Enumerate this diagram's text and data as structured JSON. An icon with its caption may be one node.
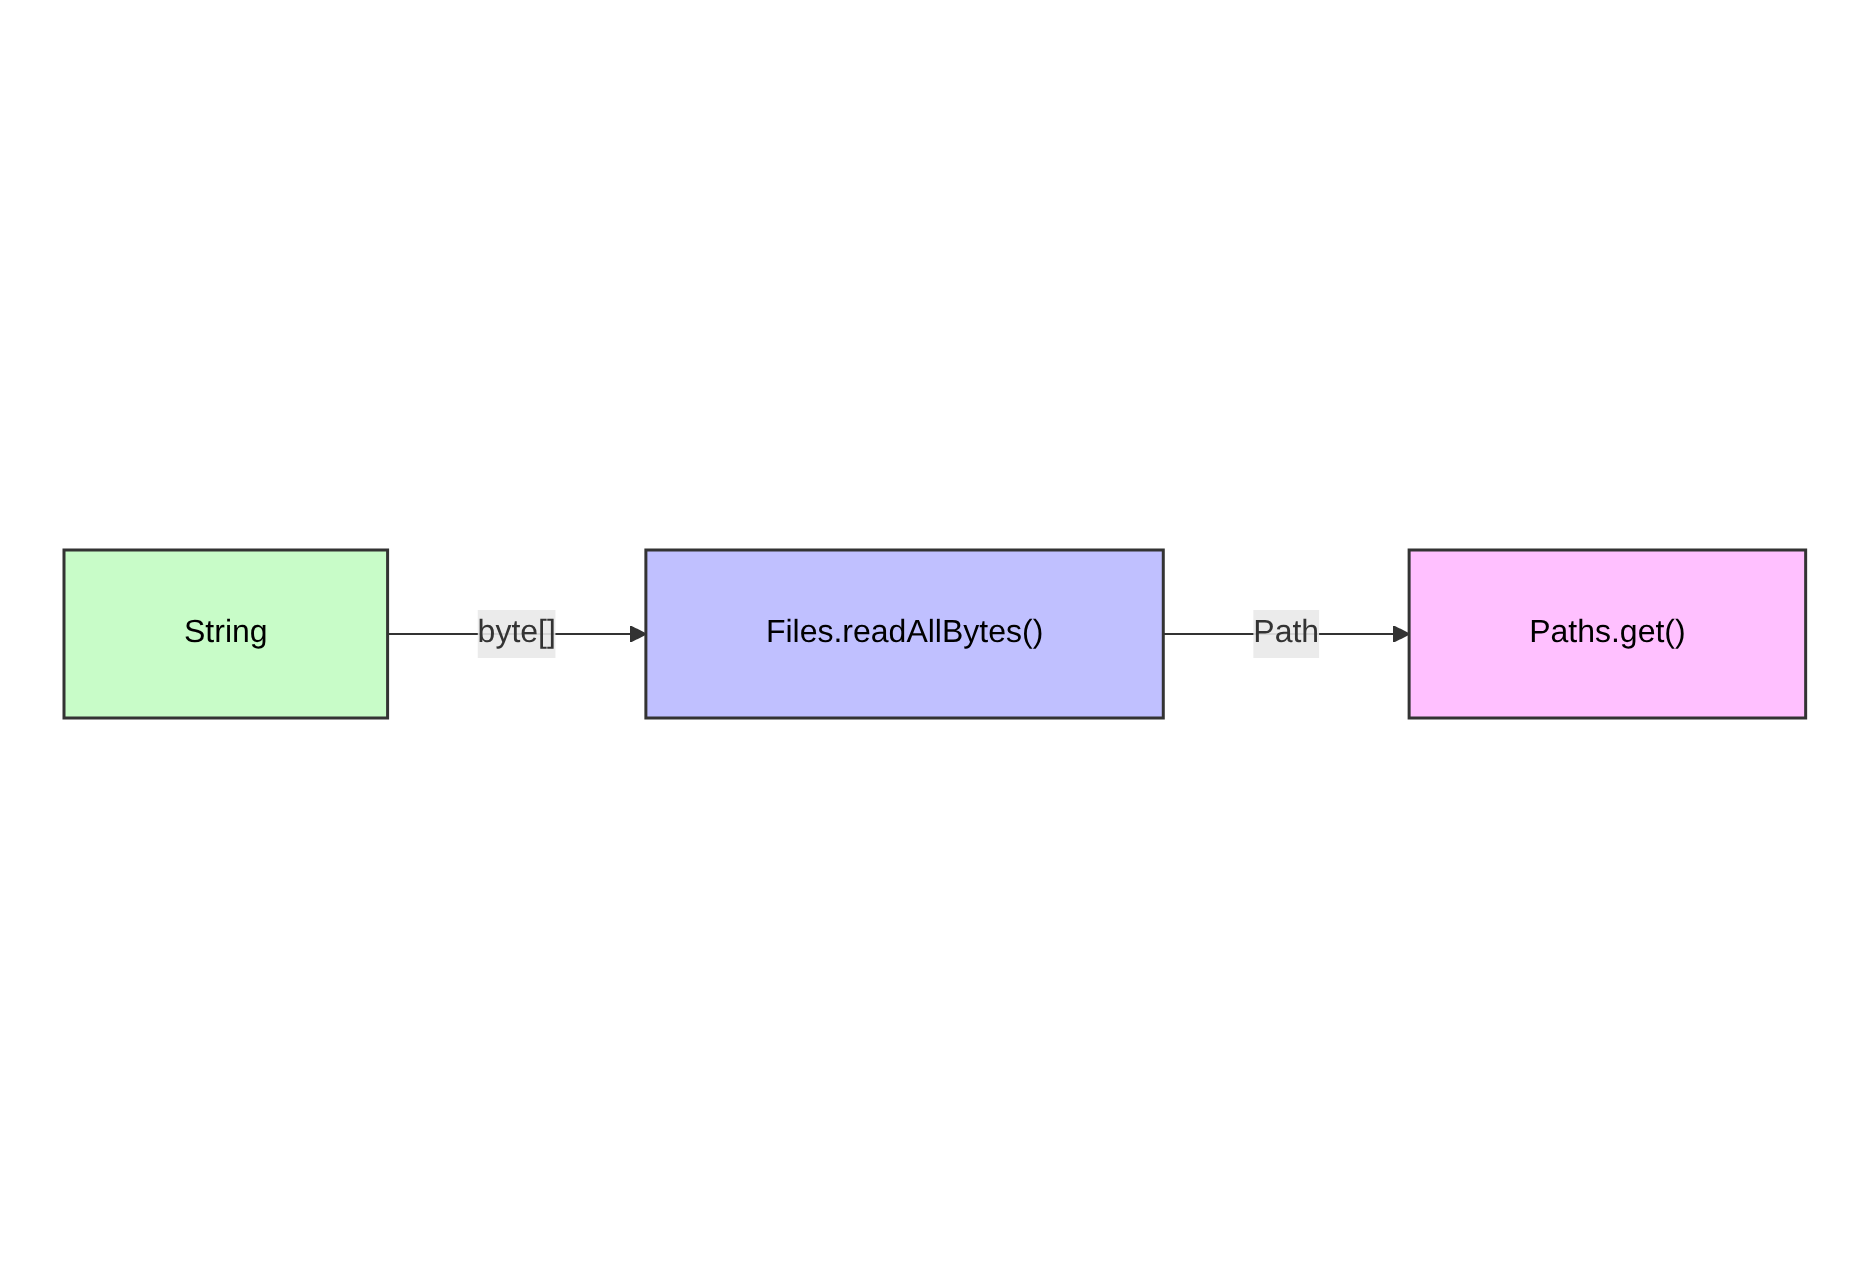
{
  "diagram": {
    "nodes": [
      {
        "text": [
          "String"
        ]
      },
      {
        "text": [
          "Files.readAllBytes()"
        ]
      },
      {
        "text": [
          "Paths.get()"
        ]
      }
    ],
    "edges": [
      {
        "from": 0,
        "to": 1,
        "arrow": "to",
        "label": "byte[]"
      },
      {
        "from": 1,
        "to": 2,
        "arrow": "to",
        "label": "Path"
      }
    ]
  }
}
